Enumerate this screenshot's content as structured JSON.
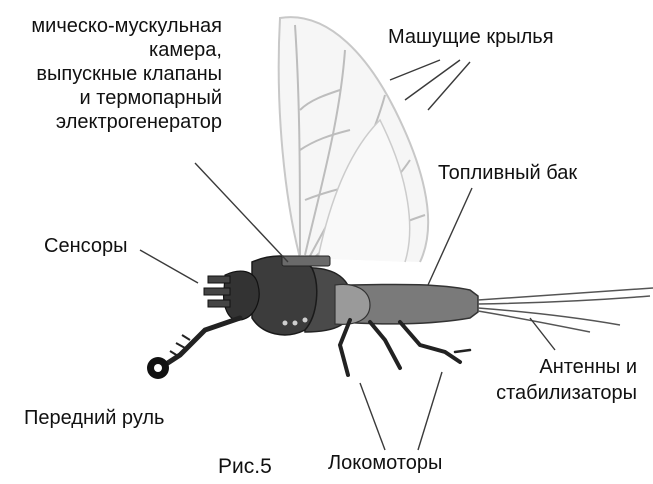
{
  "labels": {
    "chamber": [
      "мическо-мускульная",
      "камера,",
      "выпускные клапаны",
      "и термопарный",
      "электрогенератор"
    ],
    "wings": "Машущие крылья",
    "fuel_tank": "Топливный бак",
    "sensors": "Сенсоры",
    "antennas": [
      "Антенны и",
      "стабилизаторы"
    ],
    "front_rudder": "Передний руль",
    "locomotors": "Локомоторы"
  },
  "caption": "Рис.5",
  "colors": {
    "body": "#555555",
    "body_dark": "#2a2a2a",
    "tail": "#777777",
    "wing_vein": "#bcbcbc",
    "line": "#3a3a3a",
    "text": "#111111"
  }
}
